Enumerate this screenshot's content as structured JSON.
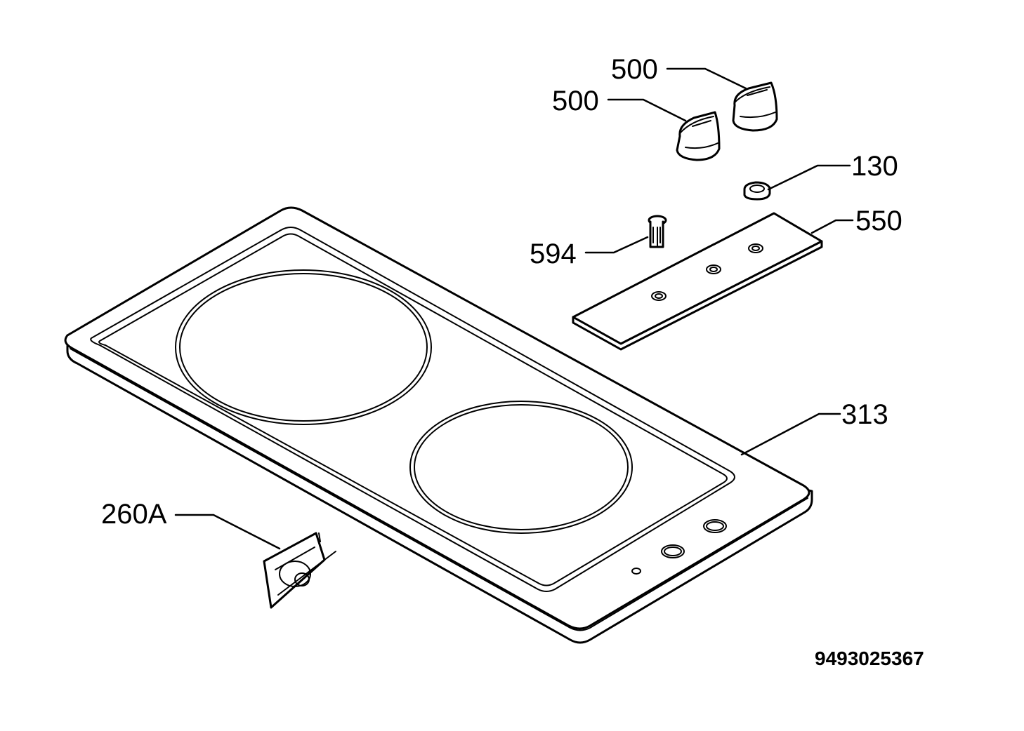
{
  "parts": [
    {
      "id": "knob_a",
      "label": "500"
    },
    {
      "id": "knob_b",
      "label": "500"
    },
    {
      "id": "nut",
      "label": "130"
    },
    {
      "id": "bracket",
      "label": "550"
    },
    {
      "id": "pin",
      "label": "594"
    },
    {
      "id": "hob",
      "label": "313"
    },
    {
      "id": "clip",
      "label": "260A"
    }
  ],
  "document_number": "9493025367"
}
